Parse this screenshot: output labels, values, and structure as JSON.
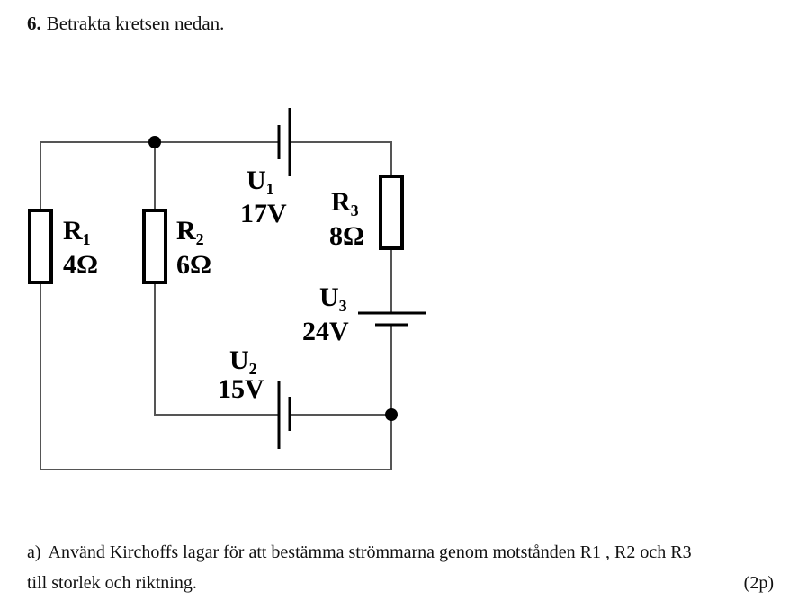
{
  "question": {
    "number": "6.",
    "text": "Betrakta kretsen nedan."
  },
  "circuit": {
    "resistors": [
      {
        "id": "R1",
        "letter": "R",
        "sub": "1",
        "value": "4Ω"
      },
      {
        "id": "R2",
        "letter": "R",
        "sub": "2",
        "value": "6Ω"
      },
      {
        "id": "R3",
        "letter": "R",
        "sub": "3",
        "value": "8Ω"
      }
    ],
    "sources": [
      {
        "id": "U1",
        "letter": "U",
        "sub": "1",
        "value": "17V"
      },
      {
        "id": "U2",
        "letter": "U",
        "sub": "2",
        "value": "15V"
      },
      {
        "id": "U3",
        "letter": "U",
        "sub": "3",
        "value": "24V"
      }
    ],
    "colors": {
      "wire": "#555555",
      "component": "#000000"
    }
  },
  "task": {
    "label": "a)",
    "line1": "Använd Kirchoffs lagar för att bestämma strömmarna genom motstånden R1 , R2 och R3",
    "line2": "till storlek och riktning.",
    "points": "(2p)"
  }
}
